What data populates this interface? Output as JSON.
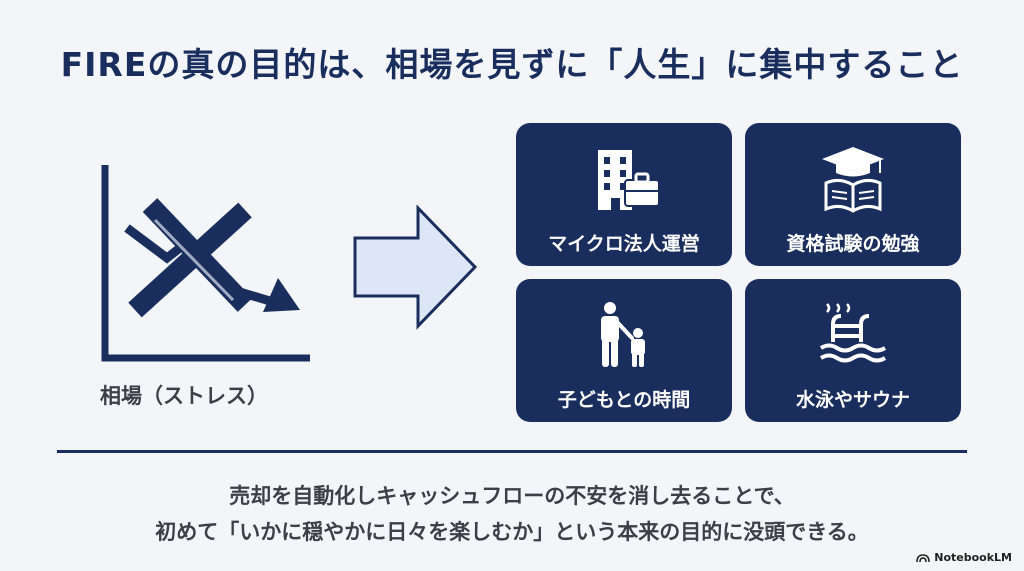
{
  "title": "FIREの真の目的は、相場を見ずに「人生」に集中すること",
  "left": {
    "label": "相場（ストレス）"
  },
  "activities": [
    {
      "label": "マイクロ法人運営",
      "icon": "office-building-briefcase-icon"
    },
    {
      "label": "資格試験の勉強",
      "icon": "graduation-book-icon"
    },
    {
      "label": "子どもとの時間",
      "icon": "parent-child-icon"
    },
    {
      "label": "水泳やサウナ",
      "icon": "pool-ladder-icon"
    }
  ],
  "summary": {
    "line1": "売却を自動化しキャッシュフローの不安を消し去ることで、",
    "line2": "初めて「いかに穏やかに日々を楽しむか」という本来の目的に没頭できる。"
  },
  "brand": "NotebookLM",
  "colors": {
    "navy": "#1a2e5e",
    "arrow_fill": "#dce6f7",
    "background": "#f4f5f8"
  }
}
